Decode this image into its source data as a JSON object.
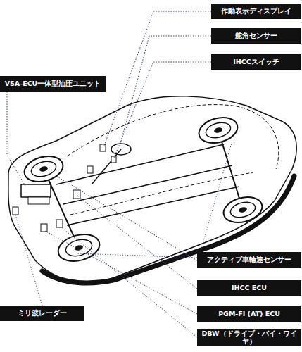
{
  "diagram": {
    "nodes": [
      {
        "text": [
          "作動表示ディスプレイ"
        ]
      },
      {
        "text": [
          "舵角センサー"
        ]
      },
      {
        "text": [
          "IHCCスイッチ"
        ]
      },
      {
        "text": [
          "VSA-ECU一体型油圧ユニット"
        ]
      },
      {
        "text": [
          "アクティブ車輪速センサー"
        ]
      },
      {
        "text": [
          "IHCC ECU"
        ]
      },
      {
        "text": [
          "ミリ波レーダー"
        ]
      },
      {
        "text": [
          "PGM-FI (AT) ECU"
        ]
      },
      {
        "text": [
          "DBW（ドライブ・バイ・ワイヤ）"
        ]
      }
    ]
  }
}
